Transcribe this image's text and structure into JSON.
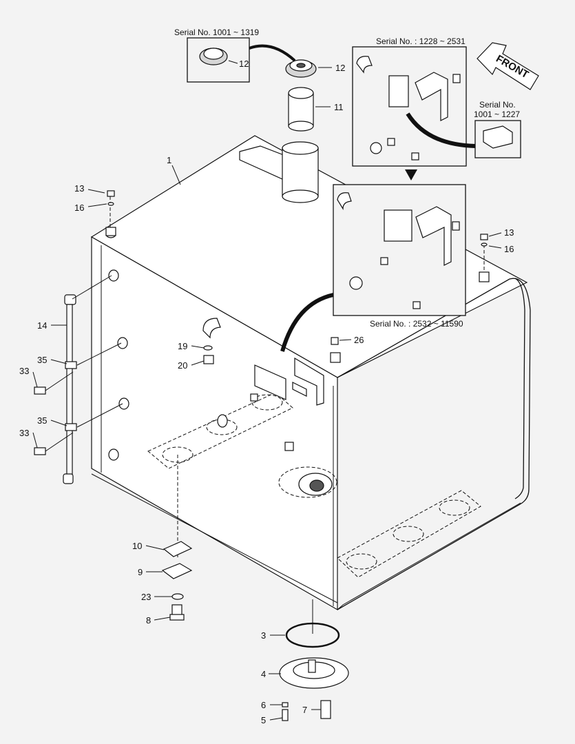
{
  "front_label": "FRONT",
  "captions": {
    "strainer_cap_range": "Serial No. 1001 ~ 1319",
    "mount_range_a": "Serial No. : 1228 ~ 2531",
    "mount_range_b_line1": "Serial No.",
    "mount_range_b_line2": "1001 ~ 1227",
    "mount_range_c": "Serial No. : 2532 ~ 11590"
  },
  "callouts": {
    "c1": "1",
    "c3": "3",
    "c4": "4",
    "c5": "5",
    "c6": "6",
    "c7": "7",
    "c8": "8",
    "c9": "9",
    "c10": "10",
    "c11": "11",
    "c12_detail": "12",
    "c12": "12",
    "c13_left": "13",
    "c13_right": "13",
    "c14": "14",
    "c16_left": "16",
    "c16_right": "16",
    "c19": "19",
    "c20": "20",
    "c23": "23",
    "c26": "26",
    "c33_top": "33",
    "c33_bottom": "33",
    "c35_top": "35",
    "c35_bottom": "35"
  }
}
